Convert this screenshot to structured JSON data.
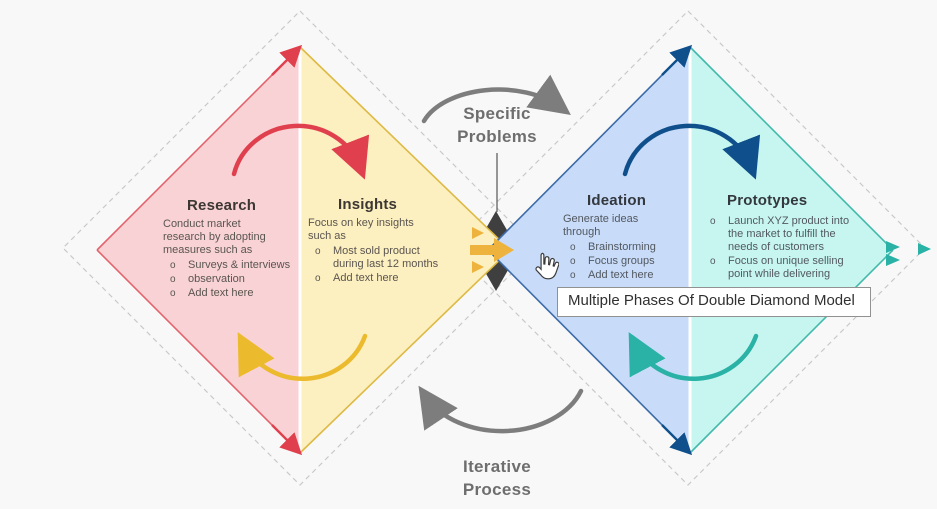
{
  "app": {
    "tooltip_text": "Multiple Phases Of Double Diamond Model",
    "cursor": "hand-pointer-icon"
  },
  "diagram": {
    "bullet_marker": "o",
    "labels": {
      "top": "Specific Problems",
      "bottom": "Iterative Process"
    },
    "sections": {
      "research": {
        "title": "Research",
        "body": "Conduct market research by adopting measures such as",
        "bullets": [
          "Surveys & interviews",
          "observation",
          "Add text here"
        ]
      },
      "insights": {
        "title": "Insights",
        "body": "Focus on key insights such as",
        "bullets": [
          "Most sold product during last 12 months",
          "Add text here"
        ]
      },
      "ideation": {
        "title": "Ideation",
        "body": "Generate ideas through",
        "bullets": [
          "Brainstorming",
          "Focus groups",
          "Add text here"
        ]
      },
      "prototypes": {
        "title": "Prototypes",
        "bullets": [
          "Launch XYZ product into the market to fulfill the needs of customers",
          "Focus on unique selling point while delivering"
        ]
      }
    },
    "colors": {
      "research_fill": "#f8d2d5",
      "research_accent": "#e0404d",
      "insights_fill": "#fcefc0",
      "insights_accent": "#ecba2d",
      "ideation_fill": "#c8dbf8",
      "ideation_accent": "#0f508c",
      "prototypes_fill": "#c7f6f0",
      "prototypes_accent": "#29b2a5",
      "process_arrow": "#7d7d7d",
      "center_diamond": "#3f3f3f",
      "dashed_outline": "#c9c9c9"
    }
  }
}
